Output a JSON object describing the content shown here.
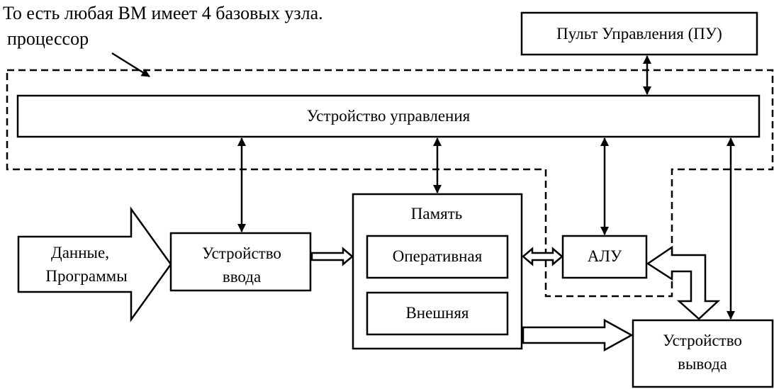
{
  "heading": "То есть любая ВМ имеет 4 базовых узла.",
  "processor_label": "процессор",
  "blocks": {
    "control_panel": "Пульт Управления (ПУ)",
    "control_unit": "Устройство управления",
    "data_programs": [
      "Данные,",
      "Программы"
    ],
    "input_device": [
      "Устройство",
      "ввода"
    ],
    "memory": "Память",
    "ram": "Оперативная",
    "external": "Внешняя",
    "alu": "АЛУ",
    "output_device": [
      "Устройство",
      "вывода"
    ]
  }
}
